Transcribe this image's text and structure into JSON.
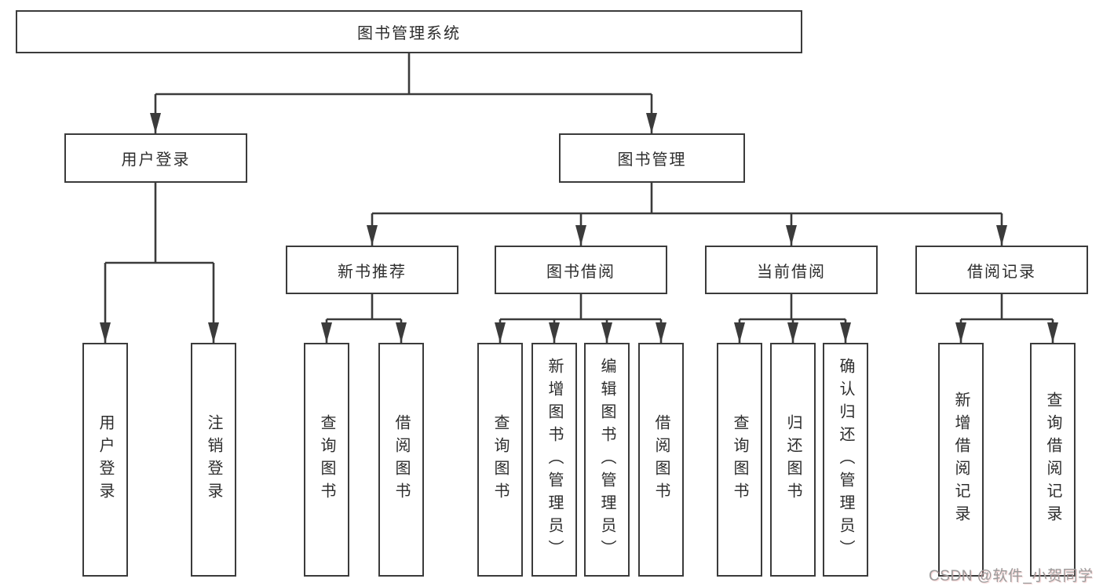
{
  "diagram_title": "图书管理系统",
  "tree": {
    "label": "图书管理系统",
    "children": [
      {
        "label": "用户登录",
        "children": [
          {
            "label": "用户登录"
          },
          {
            "label": "注销登录"
          }
        ]
      },
      {
        "label": "图书管理",
        "children": [
          {
            "label": "新书推荐",
            "children": [
              {
                "label": "查询图书"
              },
              {
                "label": "借阅图书"
              }
            ]
          },
          {
            "label": "图书借阅",
            "children": [
              {
                "label": "查询图书"
              },
              {
                "label": "新增图书（管理员）"
              },
              {
                "label": "编辑图书（管理员）"
              },
              {
                "label": "借阅图书"
              }
            ]
          },
          {
            "label": "当前借阅",
            "children": [
              {
                "label": "查询图书"
              },
              {
                "label": "归还图书"
              },
              {
                "label": "确认归还（管理员）"
              }
            ]
          },
          {
            "label": "借阅记录",
            "children": [
              {
                "label": "新增借阅记录"
              },
              {
                "label": "查询借阅记录"
              }
            ]
          }
        ]
      }
    ]
  },
  "watermark": "CSDN @软件_小贺同学",
  "colors": {
    "line": "#3b3b3b",
    "text": "#2d2d2d",
    "watermark": "#9b9b9b"
  }
}
